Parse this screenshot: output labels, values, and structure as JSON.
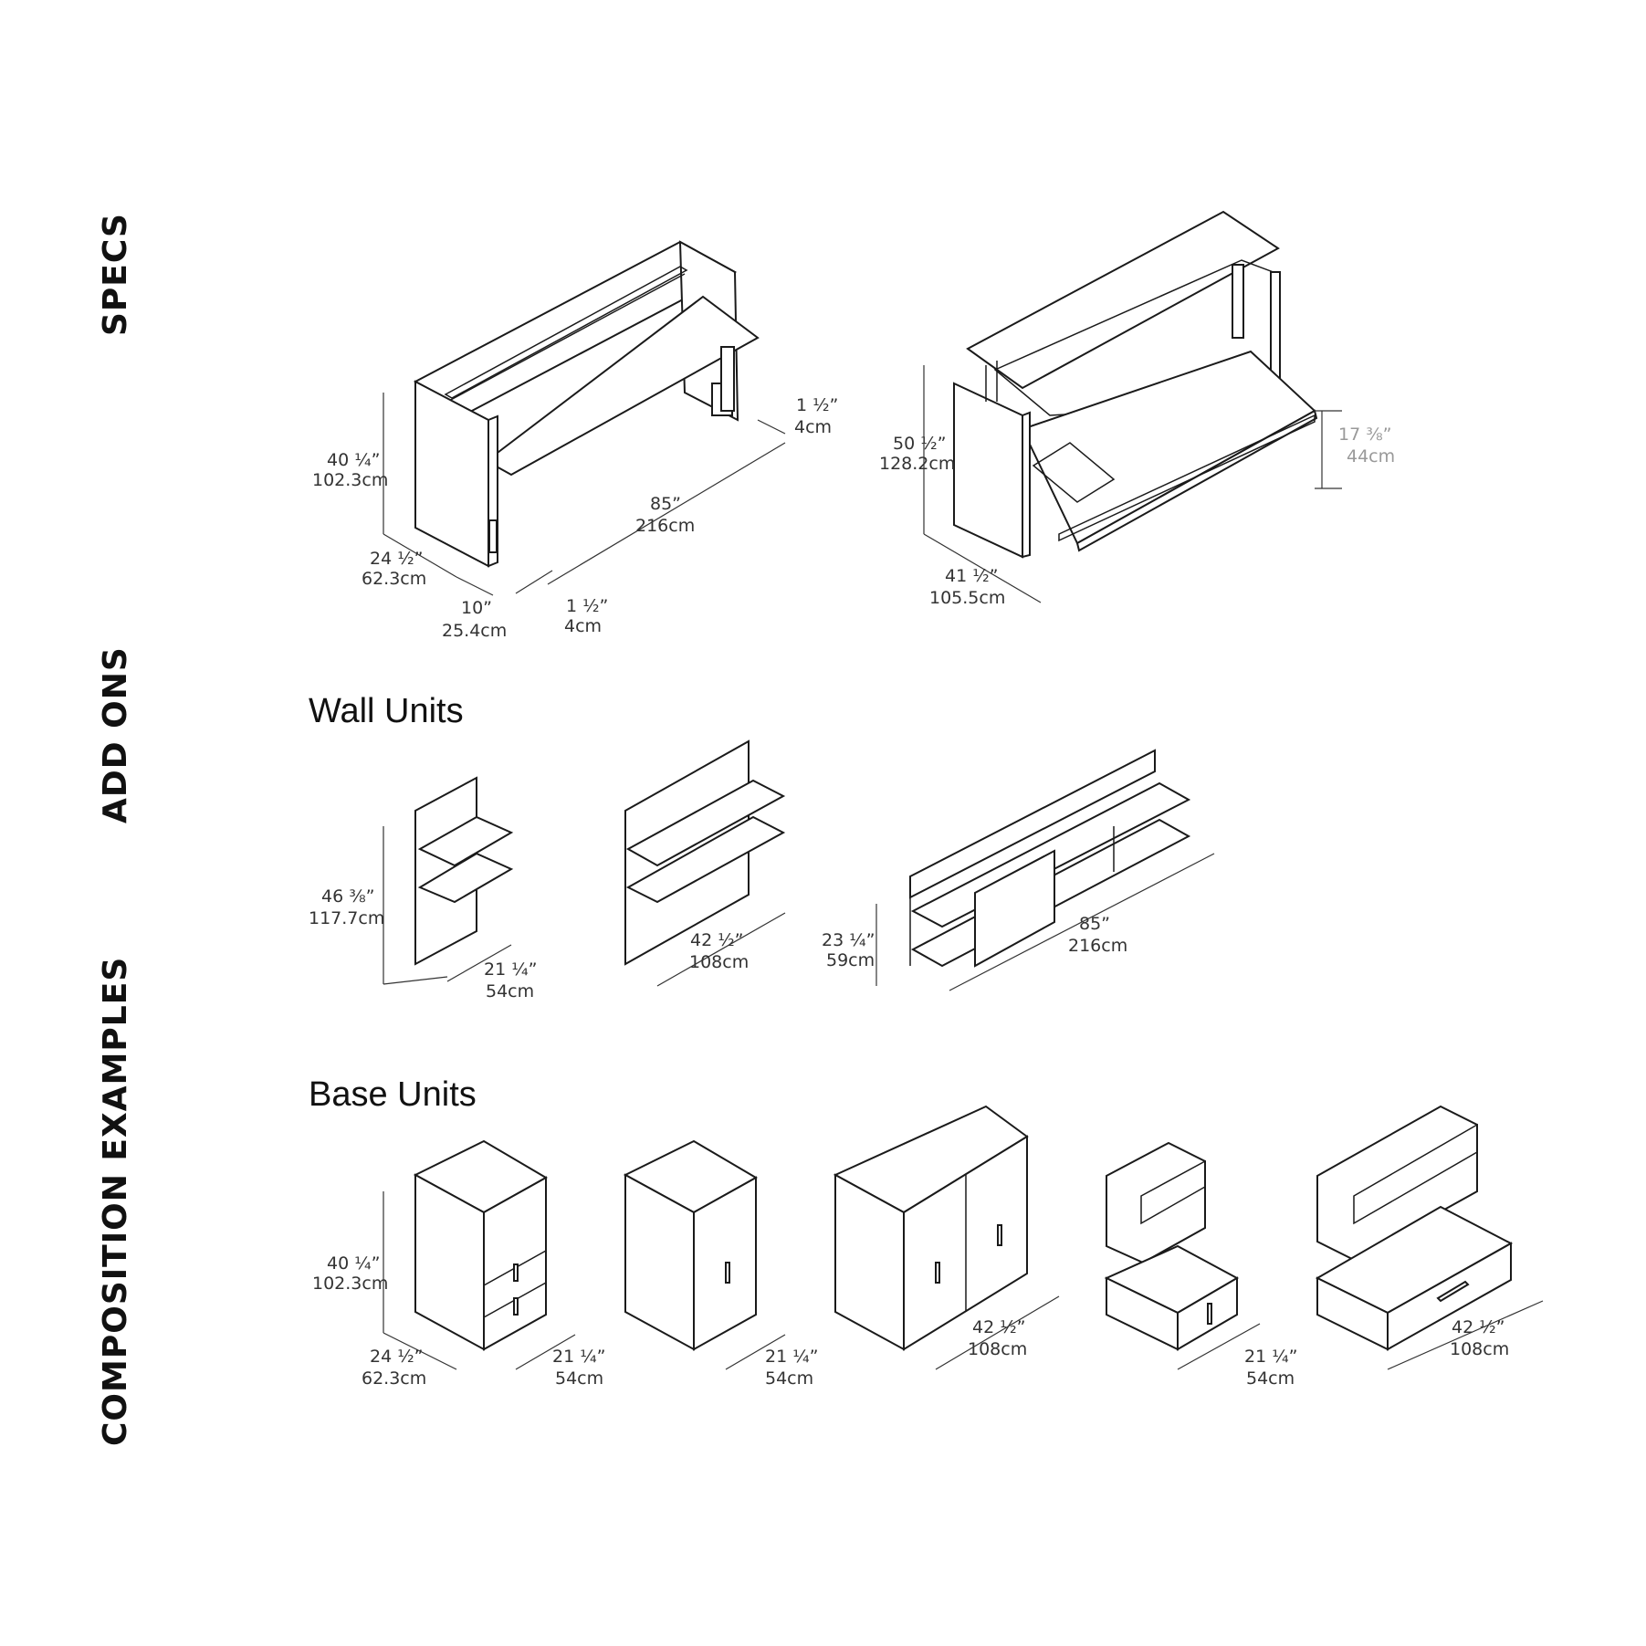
{
  "sections": {
    "specs": "SPECS",
    "add_ons": "ADD ONS",
    "composition": "COMPOSITION EXAMPLES"
  },
  "subtitles": {
    "wall_units": "Wall Units",
    "base_units": "Base Units"
  },
  "specs": {
    "closed": {
      "height_in": "40 ¼”",
      "height_cm": "102.3cm",
      "depth_in": "24 ½”",
      "depth_cm": "62.3cm",
      "leg_in": "10”",
      "leg_cm": "25.4cm",
      "gap_in": "1 ½”",
      "gap_cm": "4cm",
      "width_in": "85”",
      "width_cm": "216cm",
      "top_in": "1 ½”",
      "top_cm": "4cm"
    },
    "open": {
      "height_in": "50 ½”",
      "height_cm": "128.2cm",
      "bed_height_in": "17 ⅜”",
      "bed_height_cm": "44cm",
      "depth_in": "41 ½”",
      "depth_cm": "105.5cm"
    }
  },
  "wall_units": {
    "u1_height_in": "46 ⅜”",
    "u1_height_cm": "117.7cm",
    "u1_width_in": "21 ¼”",
    "u1_width_cm": "54cm",
    "u2_width_in": "42 ½”",
    "u2_width_cm": "108cm",
    "u3_height_in": "23 ¼”",
    "u3_height_cm": "59cm",
    "u3_width_in": "85”",
    "u3_width_cm": "216cm"
  },
  "base_units": {
    "b1_height_in": "40 ¼”",
    "b1_height_cm": "102.3cm",
    "b1_depth_in": "24 ½”",
    "b1_depth_cm": "62.3cm",
    "b1_width_in": "21 ¼”",
    "b1_width_cm": "54cm",
    "b2_width_in": "21 ¼”",
    "b2_width_cm": "54cm",
    "b3_width_in": "42 ½”",
    "b3_width_cm": "108cm",
    "b4_width_in": "21 ¼”",
    "b4_width_cm": "54cm",
    "b5_width_in": "42 ½”",
    "b5_width_cm": "108cm"
  }
}
